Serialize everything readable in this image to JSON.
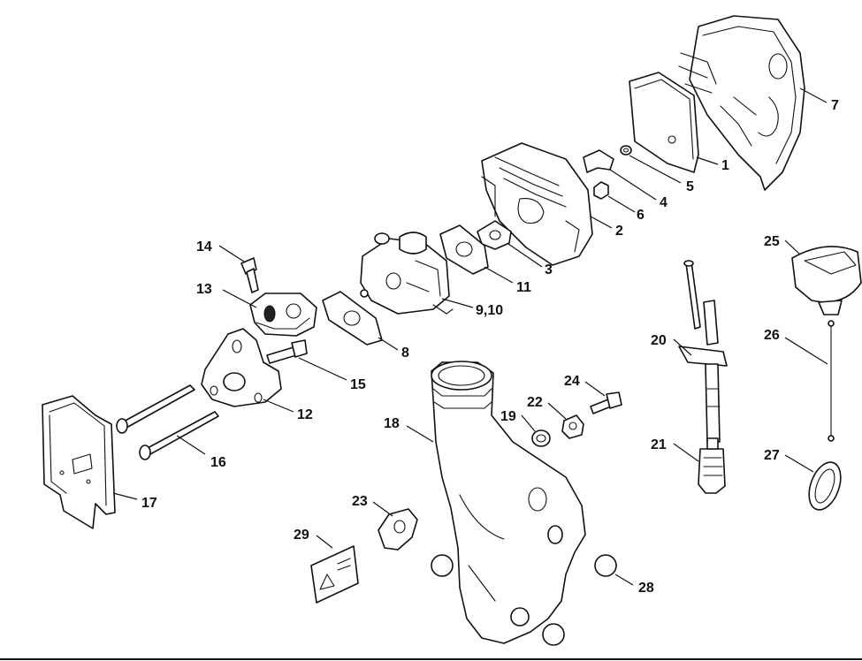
{
  "callouts": [
    {
      "id": "c1",
      "label": "1"
    },
    {
      "id": "c2",
      "label": "2"
    },
    {
      "id": "c3",
      "label": "3"
    },
    {
      "id": "c4",
      "label": "4"
    },
    {
      "id": "c5",
      "label": "5"
    },
    {
      "id": "c6",
      "label": "6"
    },
    {
      "id": "c7",
      "label": "7"
    },
    {
      "id": "c8",
      "label": "8"
    },
    {
      "id": "c910",
      "label": "9,10"
    },
    {
      "id": "c11",
      "label": "11"
    },
    {
      "id": "c12",
      "label": "12"
    },
    {
      "id": "c13",
      "label": "13"
    },
    {
      "id": "c14",
      "label": "14"
    },
    {
      "id": "c15",
      "label": "15"
    },
    {
      "id": "c16",
      "label": "16"
    },
    {
      "id": "c17",
      "label": "17"
    },
    {
      "id": "c18",
      "label": "18"
    },
    {
      "id": "c19",
      "label": "19"
    },
    {
      "id": "c20",
      "label": "20"
    },
    {
      "id": "c21",
      "label": "21"
    },
    {
      "id": "c22",
      "label": "22"
    },
    {
      "id": "c23",
      "label": "23"
    },
    {
      "id": "c24",
      "label": "24"
    },
    {
      "id": "c25",
      "label": "25"
    },
    {
      "id": "c26",
      "label": "26"
    },
    {
      "id": "c27",
      "label": "27"
    },
    {
      "id": "c28",
      "label": "28"
    },
    {
      "id": "c29",
      "label": "29"
    }
  ],
  "colors": {
    "line": "#111111",
    "background": "#ffffff"
  }
}
